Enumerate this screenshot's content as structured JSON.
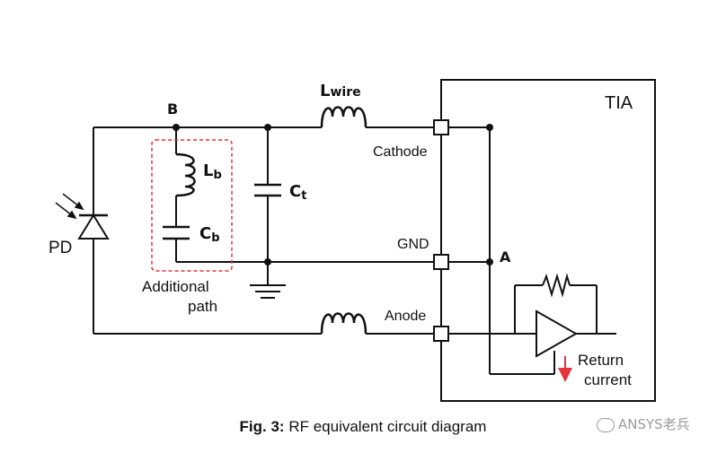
{
  "labels": {
    "node_b": "B",
    "node_a": "A",
    "l_wire_main": "L",
    "l_wire_sub": "wire",
    "l_b_main": "L",
    "l_b_sub": "b",
    "c_b_main": "C",
    "c_b_sub": "b",
    "c_t_main": "C",
    "c_t_sub": "t",
    "pd": "PD",
    "tia": "TIA",
    "cathode": "Cathode",
    "gnd": "GND",
    "anode": "Anode",
    "additional_line1": "Additional",
    "additional_line2": "path",
    "return_line1": "Return",
    "return_line2": "current"
  },
  "caption": {
    "prefix": "Fig. 3:",
    "text": " RF equivalent circuit diagram"
  },
  "watermark": "ANSYS老兵",
  "colors": {
    "wire": "#111111",
    "dashed_box": "#e8323c",
    "return_arrow": "#e8323c",
    "watermark": "#9a9a9a"
  }
}
